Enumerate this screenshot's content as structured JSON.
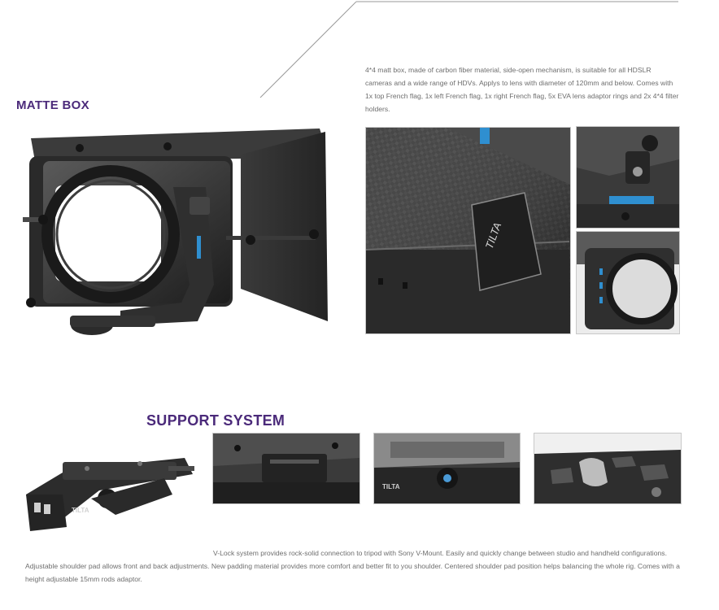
{
  "matte_box": {
    "heading": "MATTE BOX",
    "description": "4*4 matt box, made of carbon fiber material, side-open mechanism, is suitable for all HDSLR cameras and a wide range of HDVs. Applys to lens with diameter of 120mm and below. Comes with 1x top French flag, 1x left French flag, 1x right French flag, 5x EVA lens adaptor rings and 2x 4*4 filter holders.",
    "detail_badge_text": "TILTA"
  },
  "support_system": {
    "heading": "SUPPORT SYSTEM",
    "description_line1": "V-Lock system provides rock-solid connection to tripod with Sony V-Mount. Easily and quickly change between studio and handheld configurations.",
    "description_line2": "Adjustable shoulder pad allows front and back adjustments. New padding material provides more comfort and better fit to you shoulder. Centered shoulder pad position helps balancing the whole rig. Comes with a height adjustable 15mm rods adaptor.",
    "product_label": "TILTA"
  },
  "colors": {
    "heading": "#4b2a7a",
    "text": "#6e6e6e",
    "accent_blue": "#2f8fd0"
  }
}
